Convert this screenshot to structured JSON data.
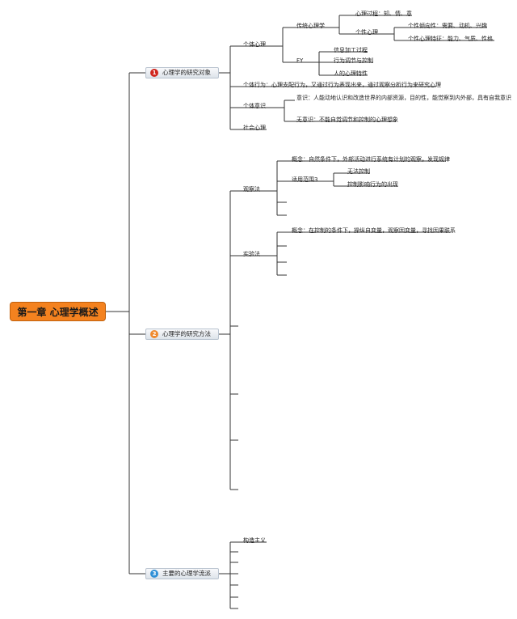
{
  "root": "第一章 心理学概述",
  "colors": {
    "root_fill": "#f4821f",
    "badge1": "#d0261e",
    "badge2": "#f08a2e",
    "badge3": "#2f8fd6",
    "line": "#333333"
  },
  "branches": [
    {
      "badge": "1",
      "label": "心理学的研究对象",
      "children": [
        {
          "label": "个体心理",
          "children": [
            {
              "label": "传统心理学",
              "children": [
                {
                  "label": "心理过程：知、情、意"
                },
                {
                  "label": "个性心理",
                  "children": [
                    {
                      "label": "个性倾向性：需要、动机、兴趣"
                    },
                    {
                      "label": "个性心理特征：能力、气质、性格"
                    }
                  ]
                }
              ]
            },
            {
              "label": "FY",
              "children": [
                {
                  "label": "信息加工过程"
                },
                {
                  "label": "行为调节与控制"
                },
                {
                  "label": "人的心理特性"
                }
              ]
            }
          ]
        },
        {
          "label": "个体行为：心理支配行为，又通过行为表现出来，通过观察分析行为来研究心理"
        },
        {
          "label": "个体意识",
          "children": [
            {
              "label": "意识：人能动地认识和改造世界的内部资源，目的性，能觉察到内外部，具有自我意识"
            },
            {
              "label": "无意识：不能自觉调节和控制的心理想象"
            }
          ]
        },
        {
          "label": "社会心理"
        }
      ]
    },
    {
      "badge": "2",
      "label": "心理学的研究方法",
      "children": [
        {
          "label": "观察法",
          "children": [
            {
              "label": "概念：自然条件下，外部活动进行系统有计划的观察，发现规律"
            },
            {
              "label": "适用范围3",
              "children": [
                {
                  "label": "无法控制"
                },
                {
                  "label": "控制影响行为的出现"
                }
              ]
            }
          ]
        },
        {
          "label": "实验法",
          "children": [
            {
              "label": "概念：在控制的条件下，操纵自变量，观察因变量，寻找因果联系"
            }
          ]
        }
      ]
    },
    {
      "badge": "3",
      "label": "主要的心理学流派",
      "children": [
        {
          "label": "构造主义"
        }
      ]
    }
  ]
}
